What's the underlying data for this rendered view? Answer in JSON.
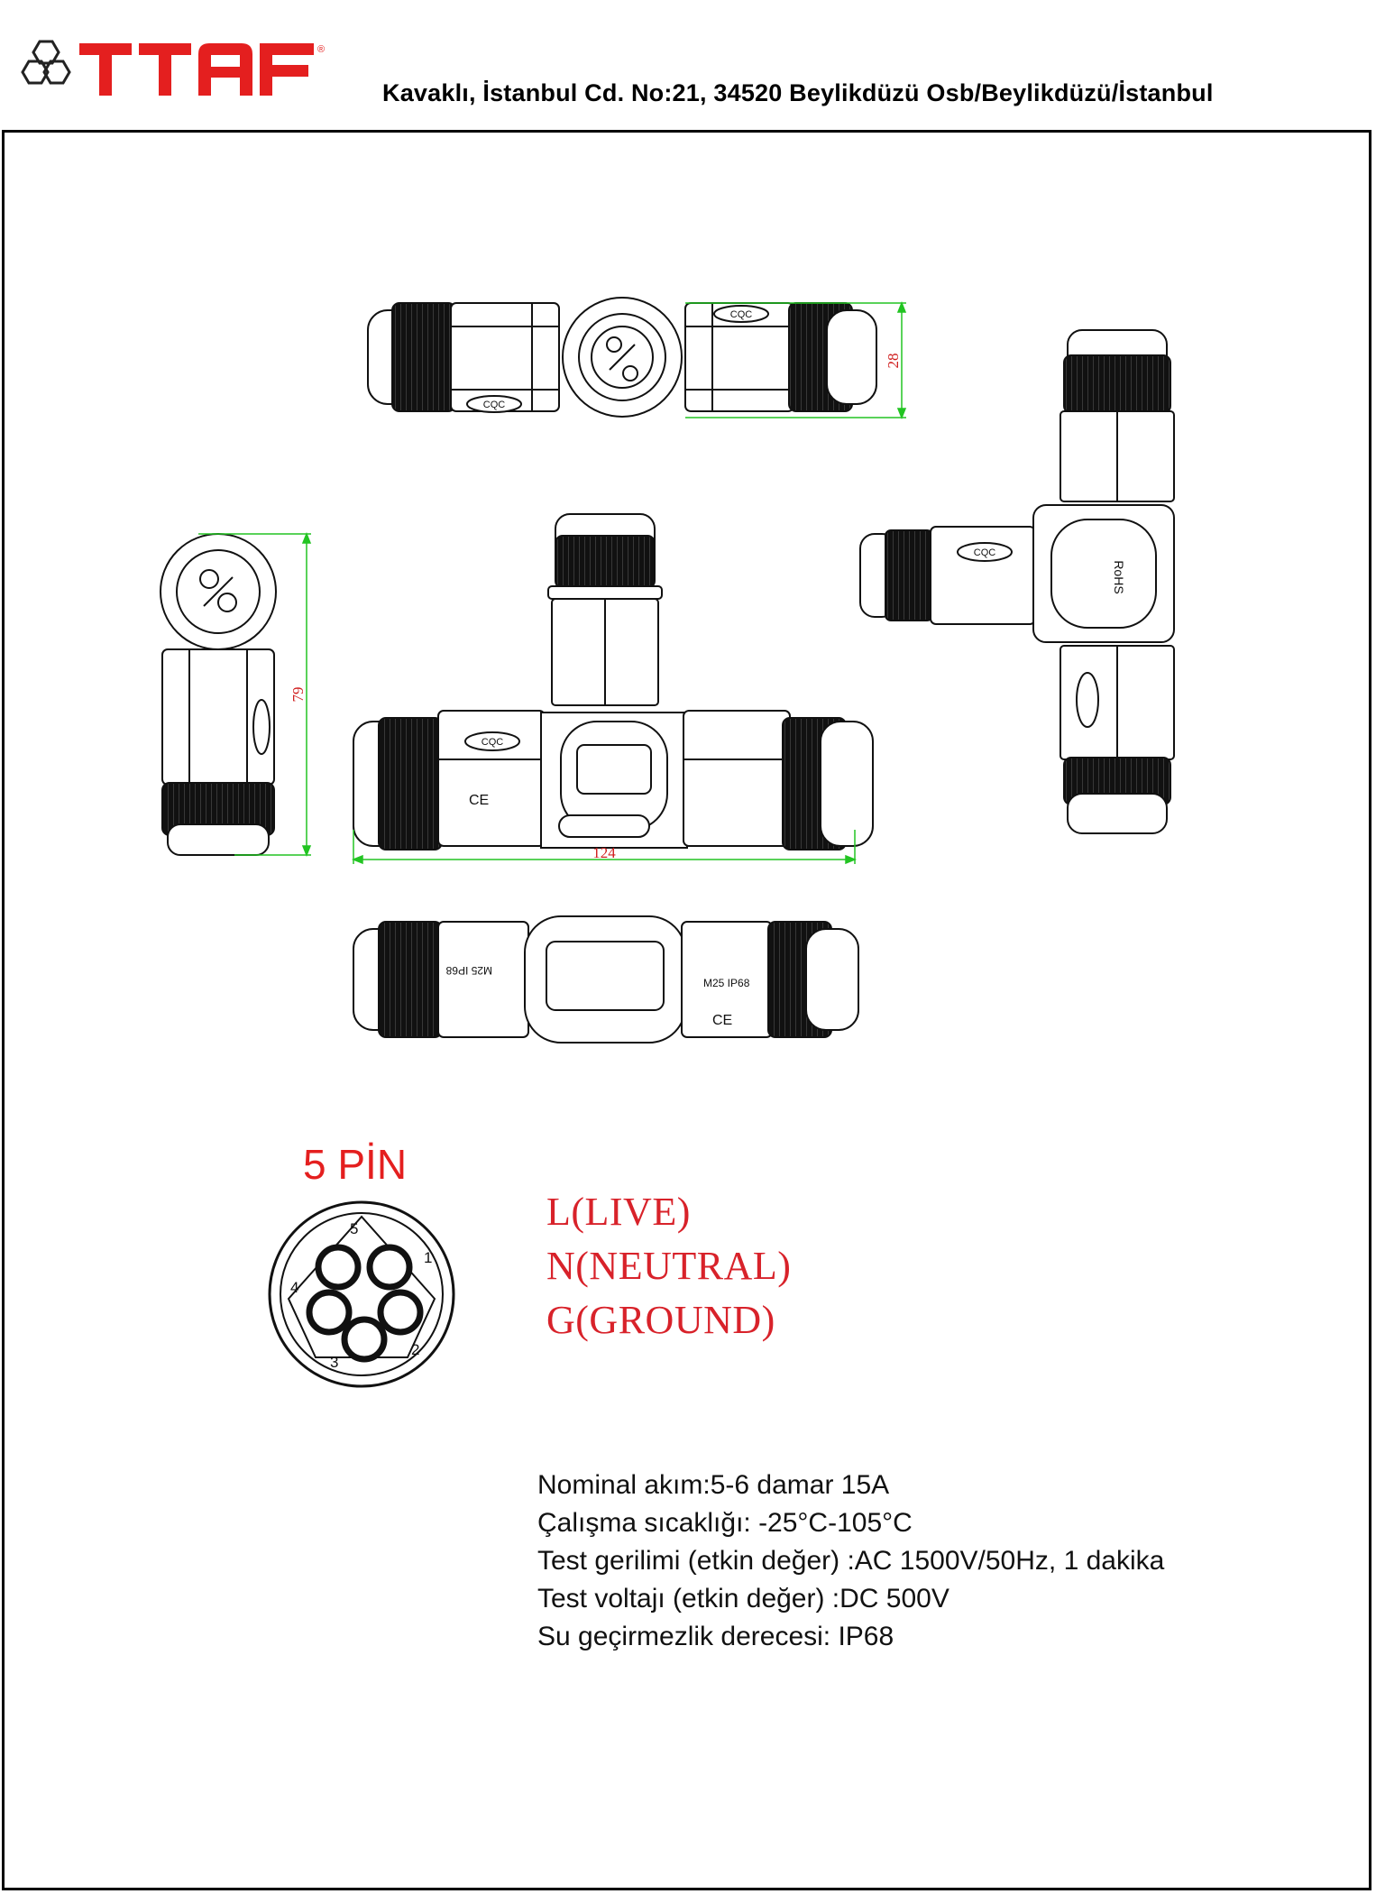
{
  "header": {
    "logo_text": "TTAF",
    "logo_mark": "®",
    "address": "Kavaklı, İstanbul Cd. No:21, 34520 Beylikdüzü Osb/Beylikdüzü/İstanbul"
  },
  "drawing": {
    "dimensions": {
      "height_top": "28",
      "height_side": "79",
      "width_front": "124"
    },
    "markings": {
      "cqc": "CQC",
      "ce": "CE",
      "rohs": "RoHS",
      "ip": "M25 IP68"
    }
  },
  "pin_section": {
    "title": "5 PİN",
    "pin_numbers": [
      "1",
      "2",
      "3",
      "4",
      "5"
    ],
    "legend": [
      "L(LIVE)",
      "N(NEUTRAL)",
      "G(GROUND)"
    ]
  },
  "specs": [
    "Nominal akım:5-6 damar 15A",
    "Çalışma sıcaklığı: -25°C-105°C",
    "Test gerilimi (etkin değer) :AC 1500V/50Hz, 1 dakika",
    "Test voltajı (etkin değer) :DC 500V",
    "Su geçirmezlik derecesi: IP68"
  ],
  "colors": {
    "brand_red": "#e41f1f",
    "legend_red": "#d8222a",
    "dimension_green": "#22c422"
  }
}
